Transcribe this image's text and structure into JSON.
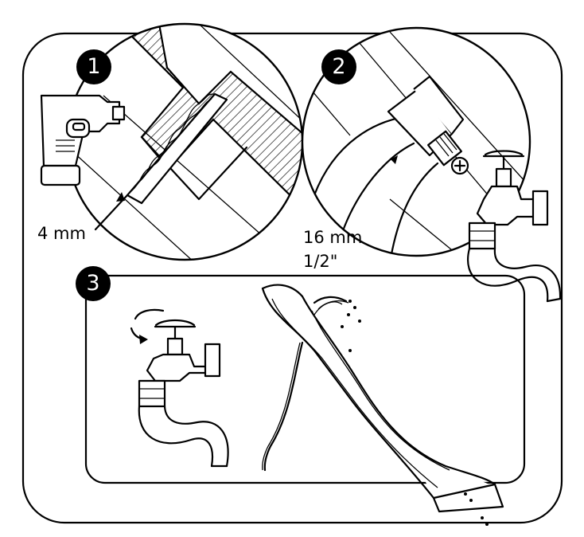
{
  "steps": [
    {
      "number": "1",
      "label": "4 mm"
    },
    {
      "number": "2",
      "label_line1": "16 mm",
      "label_line2": "1/2\""
    },
    {
      "number": "3"
    }
  ]
}
